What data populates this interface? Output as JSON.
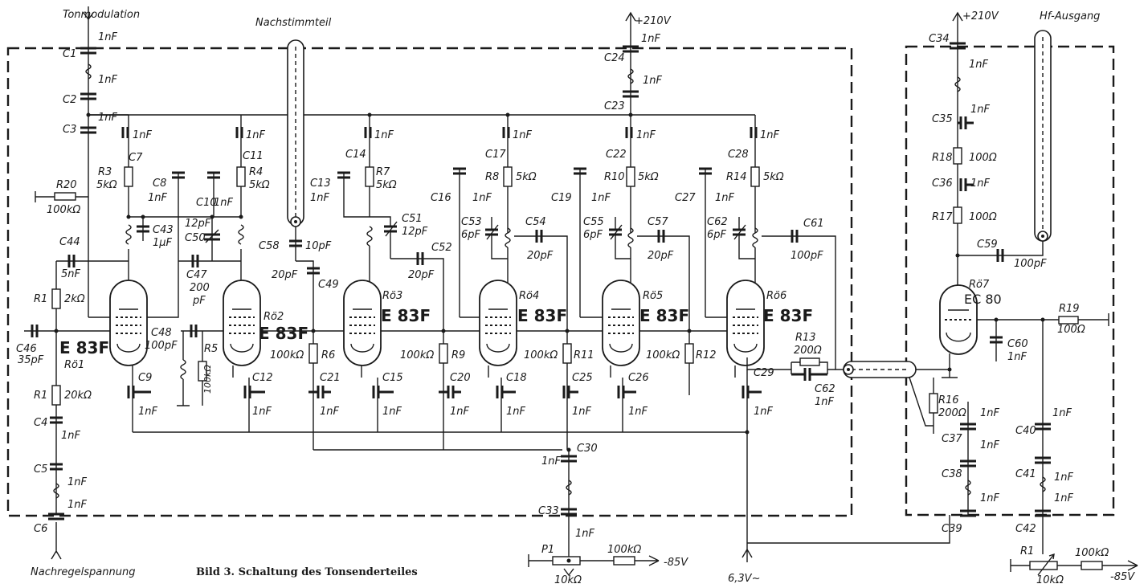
{
  "caption": "Bild 3. Schaltung des Tonsenderteiles",
  "io_labels": {
    "tonmodulation": "Tonmodulation",
    "nachstimmteil": "Nachstimmteil",
    "nachregelspannung": "Nachregelspannung",
    "hf_ausgang": "Hf-Ausgang",
    "v210_a": "+210V",
    "v210_b": "+210V",
    "v85_a": "-85V",
    "v85_b": "-85V",
    "v63": "6,3V~"
  },
  "tubes": [
    {
      "ref": "Rö1",
      "type": "E 83F"
    },
    {
      "ref": "Rö2",
      "type": "E 83F"
    },
    {
      "ref": "Rö3",
      "type": "E 83F"
    },
    {
      "ref": "Rö4",
      "type": "E 83F"
    },
    {
      "ref": "Rö5",
      "type": "E 83F"
    },
    {
      "ref": "Rö6",
      "type": "E 83F"
    },
    {
      "ref": "Rö7",
      "type": "EC 80"
    }
  ],
  "labels": {
    "c1": "C1",
    "c2": "C2",
    "c3": "C3",
    "c4": "C4",
    "c5": "C5",
    "c6": "C6",
    "c7": "C7",
    "c8": "C8",
    "c9": "C9",
    "c10": "C10",
    "c11": "C11",
    "c12": "C12",
    "c13": "C13",
    "c14": "C14",
    "c15": "C15",
    "c16": "C16",
    "c17": "C17",
    "c18": "C18",
    "c19": "C19",
    "c20": "C20",
    "c21": "C21",
    "c22": "C22",
    "c23": "C23",
    "c24": "C24",
    "c25": "C25",
    "c26": "C26",
    "c27": "C27",
    "c28": "C28",
    "c29": "C29",
    "c30": "C30",
    "c33": "C33",
    "c34": "C34",
    "c35": "C35",
    "c36": "C36",
    "c37": "C37",
    "c38": "C38",
    "c39": "C39",
    "c40": "C40",
    "c41": "C41",
    "c42": "C42",
    "c43": "C43",
    "c44": "C44",
    "c46": "C46",
    "c47": "C47",
    "c48": "C48",
    "c49": "C49",
    "c50": "C50",
    "c51": "C51",
    "c52": "C52",
    "c53": "C53",
    "c54": "C54",
    "c55": "C55",
    "c57": "C57",
    "c58": "C58",
    "c59": "C59",
    "c60": "C60",
    "c61": "C61",
    "c62a": "C62",
    "c62b": "C62",
    "r1a": "R1",
    "r1b": "R1",
    "r1c": "R1",
    "r3": "R3",
    "r4": "R4",
    "r5": "R5",
    "r6": "R6",
    "r7": "R7",
    "r8": "R8",
    "r9": "R9",
    "r10": "R10",
    "r11": "R11",
    "r12": "R12",
    "r13": "R13",
    "r14": "R14",
    "r16": "R16",
    "r17": "R17",
    "r18": "R18",
    "r19": "R19",
    "r20": "R20",
    "p1": "P1"
  },
  "values": {
    "v_1nf": "1nF",
    "v_5k": "5kΩ",
    "v_100k": "100kΩ",
    "v_2k": "2kΩ",
    "v_20k": "20kΩ",
    "v_100": "100Ω",
    "v_200": "200Ω",
    "v_10k": "10kΩ",
    "v_5nf": "5nF",
    "v_35pf": "35pF",
    "v_200pf_a": "200",
    "v_200pf_b": "pF",
    "v_100pf": "100pF",
    "v_12pf": "12pF",
    "v_10pf": "10pF",
    "v_20pf": "20pF",
    "v_6pf": "6pF",
    "v_1uf": "1µF"
  }
}
